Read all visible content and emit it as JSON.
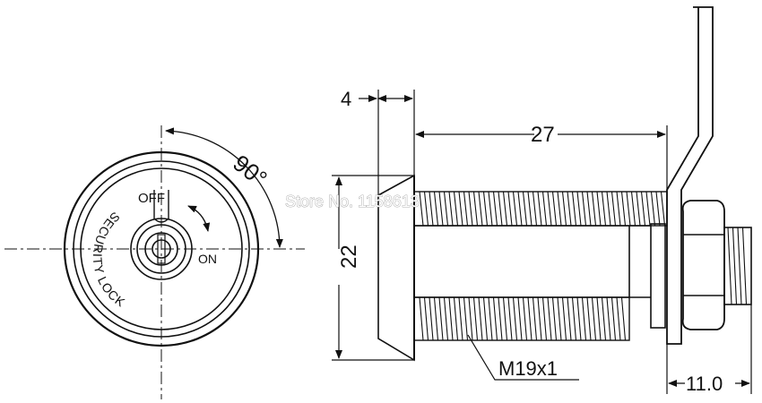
{
  "front_view": {
    "label_off": "OFF",
    "label_on": "ON",
    "label_security": "SECURITY LOCK",
    "angle_label": "90°"
  },
  "side_view": {
    "dim_4": "4",
    "dim_27": "27",
    "dim_22": "22",
    "dim_11": "11.0",
    "thread_label": "M19x1"
  },
  "watermark": "Store No. 1158613",
  "colors": {
    "line": "#111111",
    "watermark_fill": "#ffffff",
    "watermark_stroke": "#9a9a9a"
  }
}
